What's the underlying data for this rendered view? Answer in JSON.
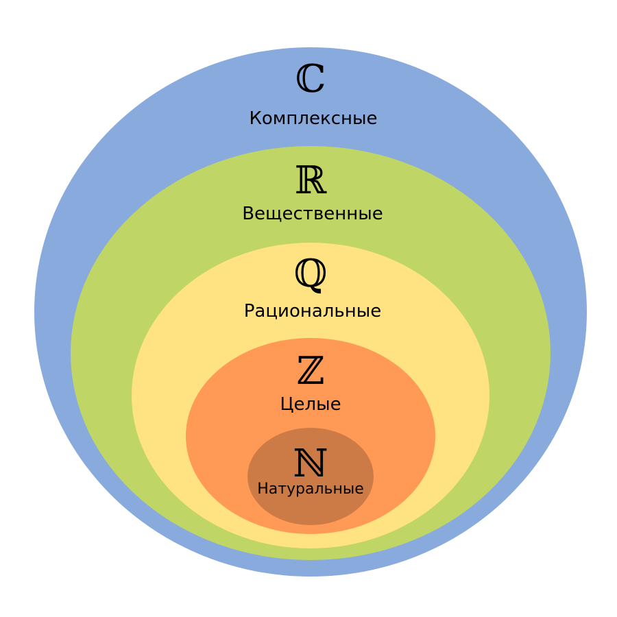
{
  "sets": [
    {
      "id": "complex",
      "symbol": "ℂ",
      "label": "Комплексные",
      "color": "#88aadd"
    },
    {
      "id": "real",
      "symbol": "ℝ",
      "label": "Вещественные",
      "color": "#bfd566"
    },
    {
      "id": "rational",
      "symbol": "ℚ",
      "label": "Рациональные",
      "color": "#ffe382"
    },
    {
      "id": "integer",
      "symbol": "ℤ",
      "label": "Целые",
      "color": "#ff9a56"
    },
    {
      "id": "natural",
      "symbol": "ℕ",
      "label": "Натуральные",
      "color": "#cd7b46"
    }
  ]
}
